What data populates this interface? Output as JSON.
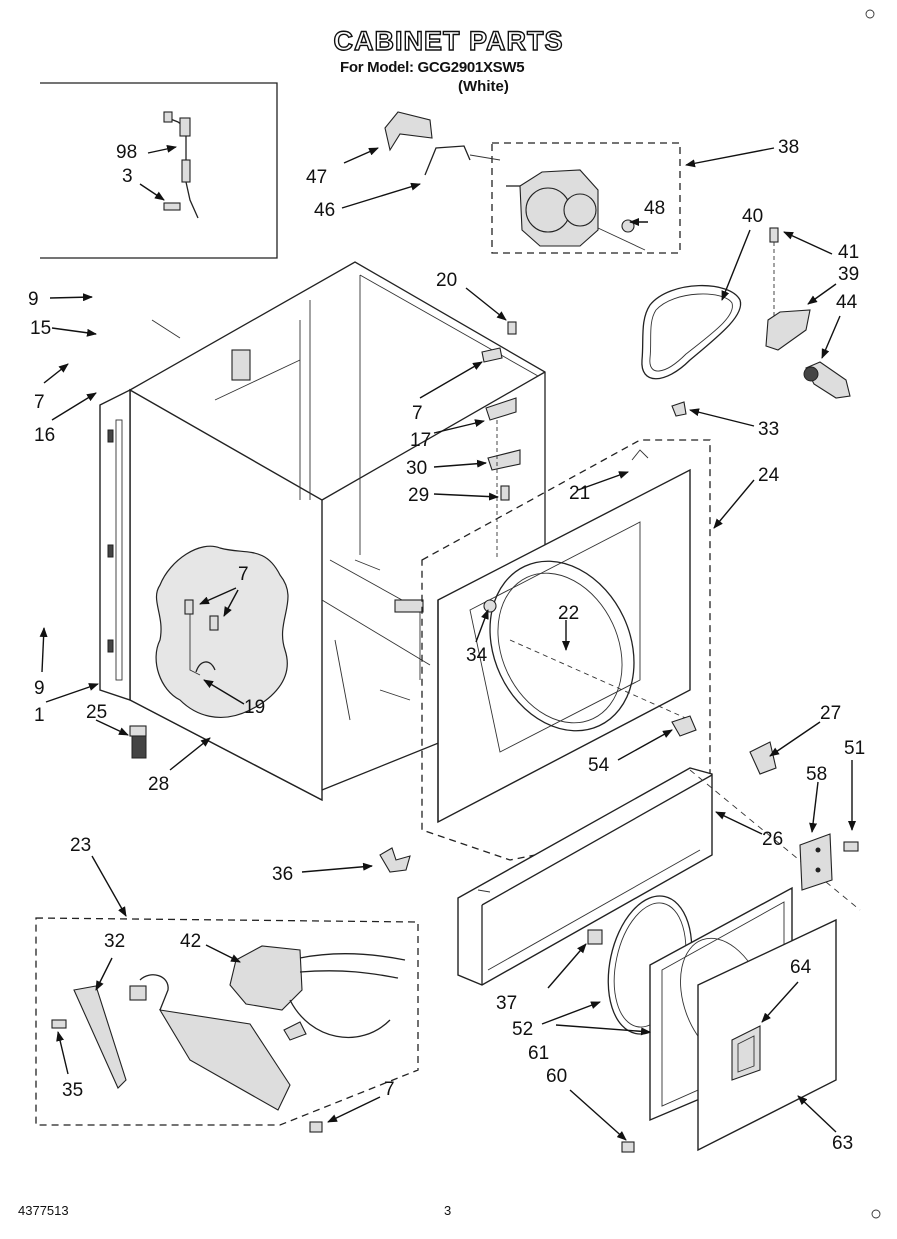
{
  "header": {
    "title": "CABINET PARTS",
    "model_line": "For Model: GCG2901XSW5",
    "color_line": "(White)"
  },
  "callouts": [
    "98",
    "3",
    "47",
    "46",
    "38",
    "48",
    "40",
    "41",
    "39",
    "44",
    "9",
    "15",
    "7",
    "16",
    "20",
    "7",
    "17",
    "30",
    "29",
    "21",
    "24",
    "33",
    "9",
    "1",
    "25",
    "28",
    "7",
    "19",
    "34",
    "22",
    "54",
    "27",
    "51",
    "58",
    "26",
    "23",
    "36",
    "32",
    "42",
    "35",
    "7",
    "37",
    "52",
    "61",
    "60",
    "64",
    "63"
  ],
  "footer": {
    "doc_number": "4377513",
    "page_number": "3"
  }
}
